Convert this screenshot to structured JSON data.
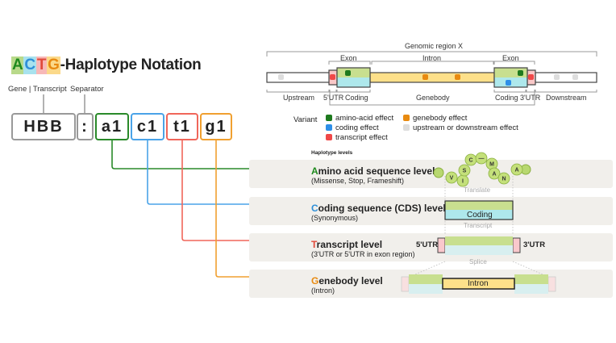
{
  "title": {
    "letters": [
      "A",
      "C",
      "T",
      "G"
    ],
    "letter_bg": [
      "#b8d98a",
      "#a8e2ee",
      "#f7b8b8",
      "#fbd98a"
    ],
    "letter_fg": [
      "#1e8a1e",
      "#2e8fd8",
      "#e04a3a",
      "#e88a10"
    ],
    "rest": "-Haplotype Notation"
  },
  "notation": {
    "gene_label": "Gene | Transcript",
    "separator_label": "Separator",
    "gene": "HBB",
    "separator": ":",
    "tokens": [
      {
        "text": "a1",
        "color": "#2a8a2a"
      },
      {
        "text": "c1",
        "color": "#4aa3e8"
      },
      {
        "text": "t1",
        "color": "#f0665a"
      },
      {
        "text": "g1",
        "color": "#f0a030"
      }
    ]
  },
  "genome": {
    "title": "Genomic region X",
    "top_labels": [
      "Exon",
      "Intron",
      "Exon"
    ],
    "bottom_labels": [
      "Upstream",
      "5'UTR",
      "Coding",
      "Genebody",
      "Coding",
      "3'UTR",
      "Downstream"
    ]
  },
  "legend": {
    "title": "Variant",
    "items": [
      {
        "label": "amino-acid effect",
        "color": "#1e7a1e"
      },
      {
        "label": "coding effect",
        "color": "#2e8fe8"
      },
      {
        "label": "transcript effect",
        "color": "#f04848"
      },
      {
        "label": "genebody effect",
        "color": "#e88a10"
      },
      {
        "label": "upstream or downstream effect",
        "color": "#dddddd"
      }
    ]
  },
  "levels_heading": "Haplotype levels",
  "levels": [
    {
      "initial": "A",
      "rest": "mino acid sequence level",
      "sub": "(Missense, Stop, Frameshift)",
      "color": "#1e8a1e"
    },
    {
      "initial": "C",
      "rest": "oding sequence (CDS) level",
      "sub": "(Synonymous)",
      "color": "#2e8fd8"
    },
    {
      "initial": "T",
      "rest": "ranscript level",
      "sub": "(3'UTR or 5'UTR in exon region)",
      "color": "#e04a3a"
    },
    {
      "initial": "G",
      "rest": "enebody level",
      "sub": "(Intron)",
      "color": "#e88a10"
    }
  ],
  "illustrations": {
    "amino_acids": [
      "V",
      "I",
      "S",
      "C",
      "—",
      "M",
      "A",
      "N",
      "A"
    ],
    "translate": "Translate",
    "coding": "Coding",
    "transcript": "Transcript",
    "utr5": "5'UTR",
    "utr3": "3'UTR",
    "splice": "Splice",
    "intron": "Intron"
  }
}
